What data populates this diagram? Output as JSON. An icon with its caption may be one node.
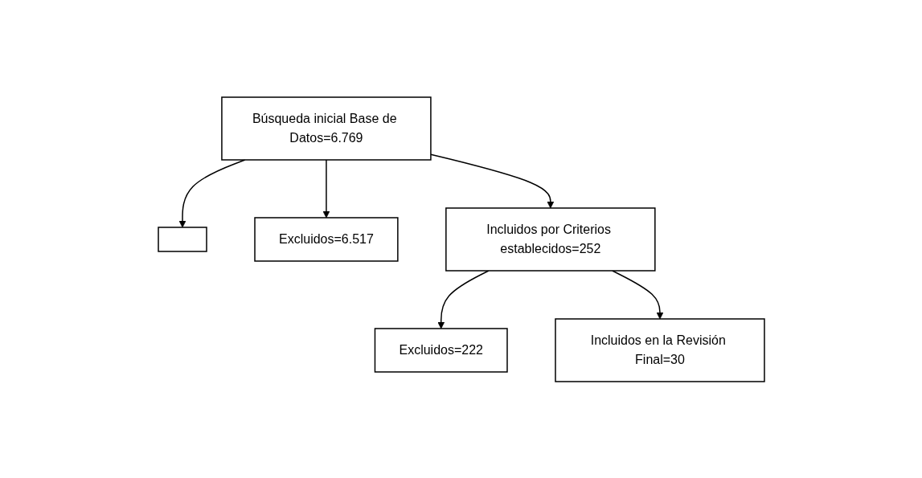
{
  "diagram": {
    "nodes": [
      {
        "text": [
          "Búsqueda inicial Base de Datos=6.769"
        ]
      },
      {
        "text": [],
        "shape": "box"
      },
      {
        "text": [
          "Excluidos=6.517"
        ]
      },
      {
        "text": [
          "Incluidos por Criterios establecidos=252"
        ]
      },
      {
        "text": [
          "Excluidos=222"
        ]
      },
      {
        "text": [
          "Incluidos en la Revisión Final=30"
        ]
      }
    ],
    "edges": [
      {
        "from": 0,
        "to": 1,
        "arrow": "to"
      },
      {
        "from": 0,
        "to": 2,
        "arrow": "to"
      },
      {
        "from": 0,
        "to": 3,
        "arrow": "to"
      },
      {
        "from": 3,
        "to": 4,
        "arrow": "to"
      },
      {
        "from": 3,
        "to": 5,
        "arrow": "to"
      }
    ]
  }
}
